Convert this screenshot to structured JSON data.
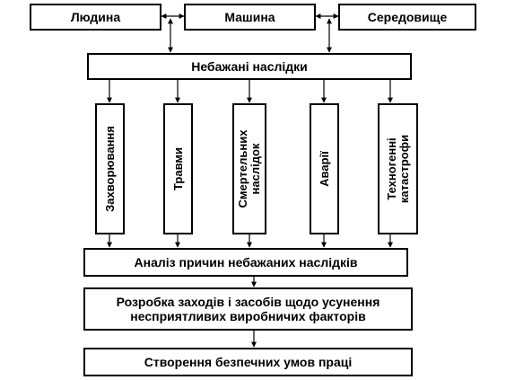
{
  "top_row": [
    "Людина",
    "Машина",
    "Середовище"
  ],
  "consequences": "Небажані наслідки",
  "categories": [
    "Захворювання",
    "Травми",
    "Смертельних наслідок",
    "Аварії",
    "Техногенні катастрофи"
  ],
  "analysis": "Аналіз причин небажаних наслідків",
  "measures": "Розробка заходів і засобів щодо усунення несприятливих виробничих факторів",
  "result": "Створення безпечних умов праці"
}
